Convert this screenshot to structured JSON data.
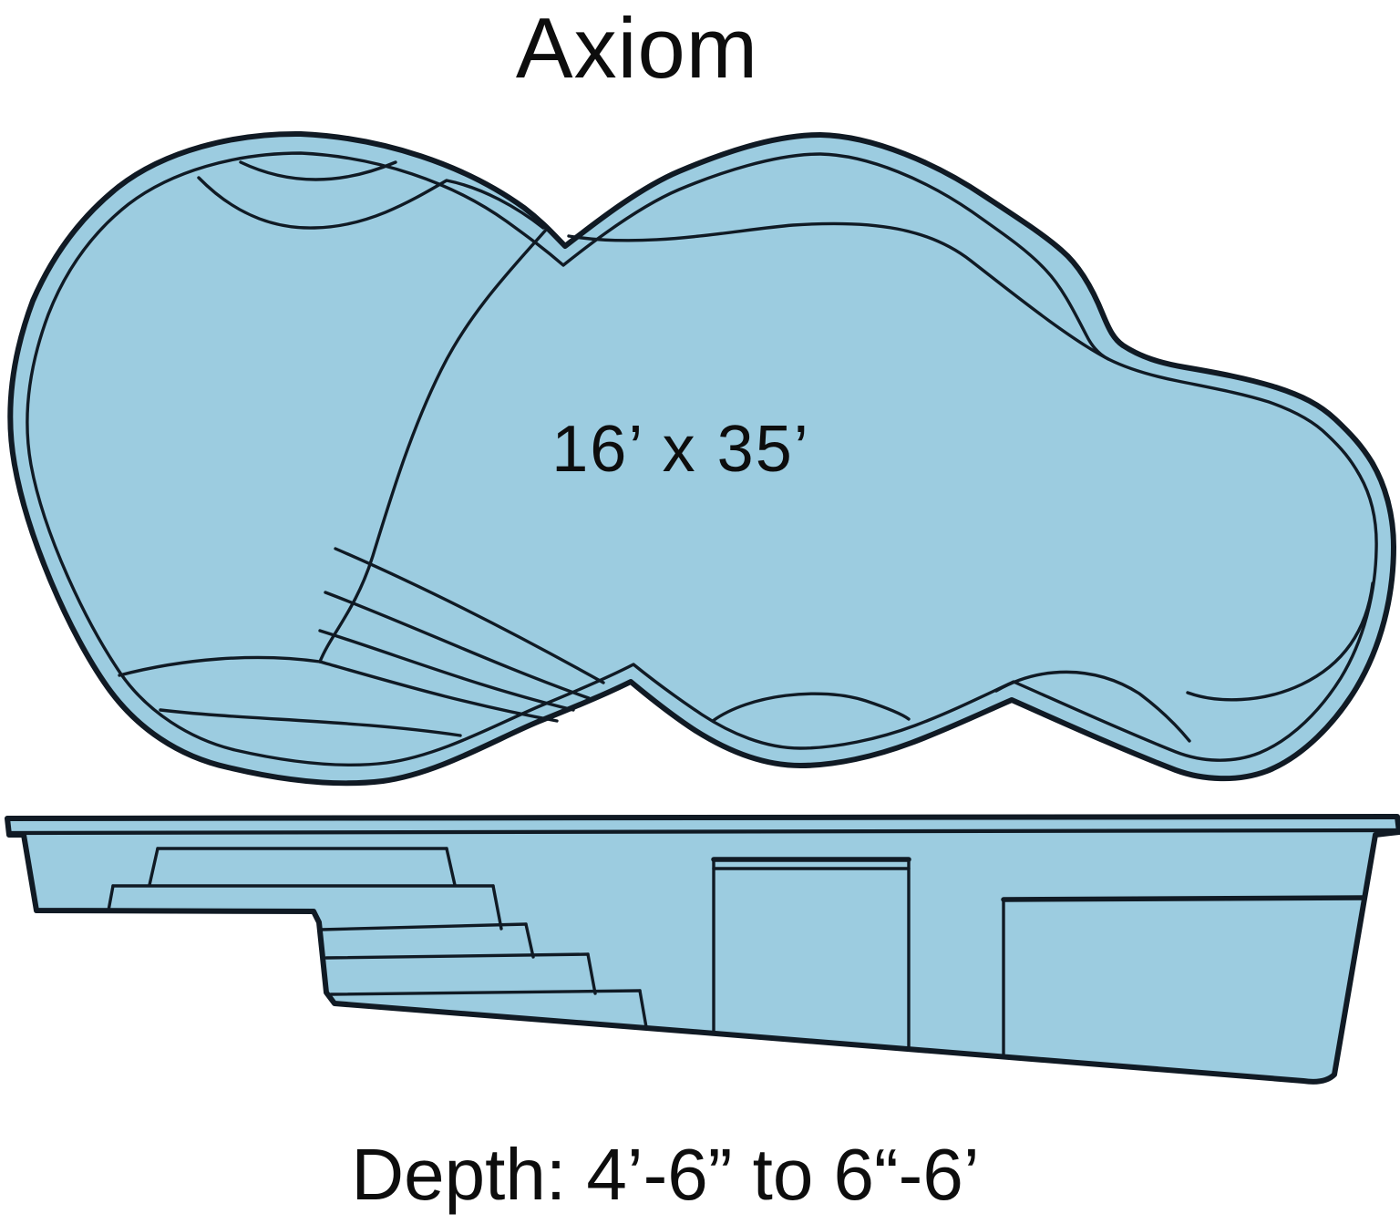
{
  "title": "Axiom",
  "top_view": {
    "dimensions_label": "16’ x 35’"
  },
  "caption": {
    "depth_label": "Depth: 4’-6” to 6“-6’"
  },
  "colors": {
    "pool_fill": "#9ccce0",
    "outline": "#101a24",
    "background": "#ffffff",
    "text": "#0d0d0d"
  }
}
